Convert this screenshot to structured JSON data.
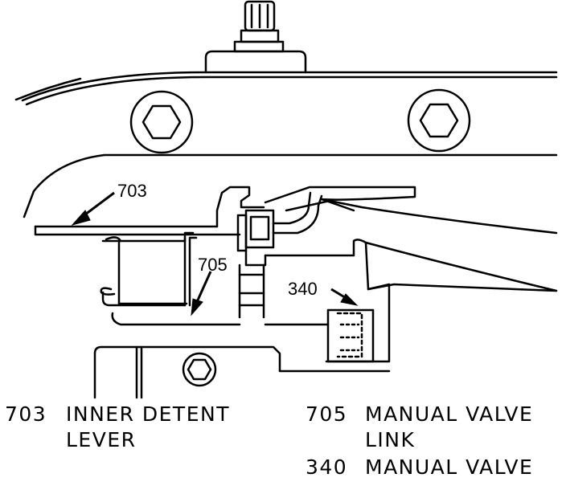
{
  "callouts": {
    "c703": "703",
    "c705": "705",
    "c340": "340"
  },
  "legend": [
    {
      "number": "703",
      "lines": [
        "INNER DETENT",
        "LEVER"
      ]
    },
    {
      "number": "705",
      "lines": [
        "MANUAL VALVE",
        "LINK"
      ]
    },
    {
      "number": "340",
      "lines": [
        "MANUAL VALVE"
      ]
    }
  ],
  "colors": {
    "ink": "#000000",
    "paper": "#ffffff"
  }
}
